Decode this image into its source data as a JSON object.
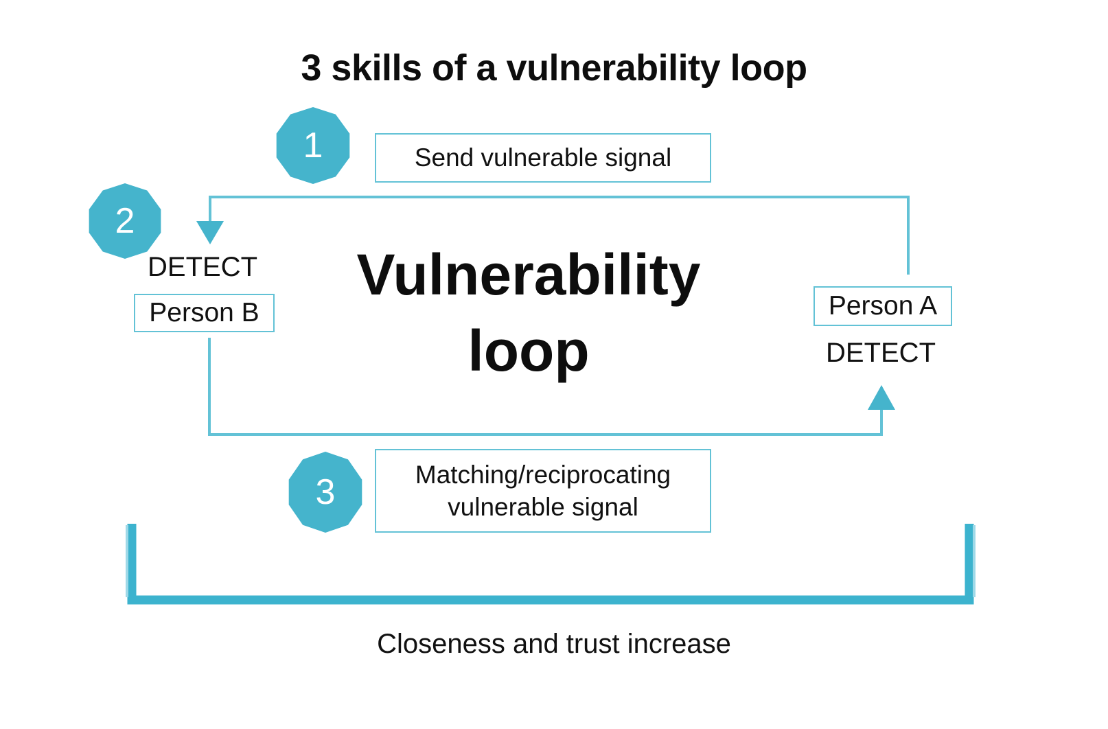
{
  "title": "3 skills of a vulnerability loop",
  "center": {
    "line1": "Vulnerability",
    "line2": "loop"
  },
  "badges": [
    {
      "number": "1"
    },
    {
      "number": "2"
    },
    {
      "number": "3"
    }
  ],
  "boxes": {
    "send_signal": "Send vulnerable signal",
    "person_b": "Person B",
    "person_a": "Person A",
    "matching_signal_line1": "Matching/reciprocating",
    "matching_signal_line2": "vulnerable signal"
  },
  "labels": {
    "detect_left": "DETECT",
    "detect_right": "DETECT"
  },
  "caption": "Closeness and trust increase",
  "colors": {
    "accent": "#45B4CC",
    "box_border": "#63C2D6",
    "line": "#63C2D6",
    "arrow_fill": "#45B4CC",
    "text": "#111111",
    "background": "#FFFFFF"
  }
}
